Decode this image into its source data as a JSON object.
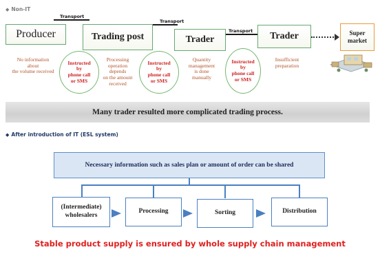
{
  "top": {
    "label": "Non-IT",
    "chain": {
      "producer": "Producer",
      "trading_post": "Trading post",
      "trader1": "Trader",
      "trader2": "Trader",
      "supermarket": "Super\nmarket"
    },
    "transport_labels": [
      "Transport",
      "Transport",
      "Transport"
    ],
    "notes": {
      "producer": "No information\nabout\nthe volume received",
      "trading_post": "Processing\noperation\ndepends\non the amount\nreceived",
      "trader1": "Quantity\nmanagement\nis done\nmanually",
      "trader2": "Insufficient\npreparation"
    },
    "bubbles": [
      "Instructed\nby\nphone call\nor SMS",
      "Instructed\nby\nphone call\nor SMS",
      "Instructed\nby\nphone call\nor SMS"
    ],
    "banner": "Many trader resulted more complicated trading process."
  },
  "bottom": {
    "label": "After introduction of IT  (ESL system)",
    "info": "Necessary information such as sales plan or amount of order can be shared",
    "chain": [
      "(Intermediate)\nwholesalers",
      "Processing",
      "Sorting",
      "Distribution"
    ],
    "footer": "Stable product supply is ensured by whole supply chain management"
  }
}
